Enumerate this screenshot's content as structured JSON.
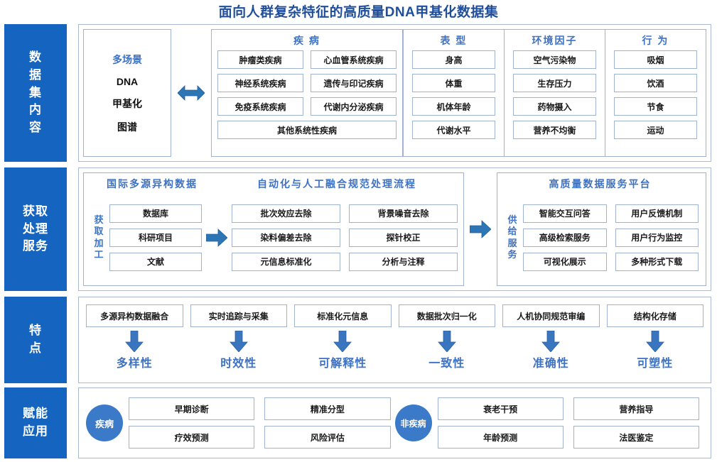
{
  "title": "面向人群复杂特征的高质量DNA甲基化数据集",
  "colors": {
    "title": "#1f4e9c",
    "sidebar_bg": "#1565c0",
    "accent_blue": "#3d72c4",
    "arrow_blue": "#2e75b6",
    "bubble_blue": "#3a7ac8",
    "box_border": "#9fb2d0"
  },
  "sidebar": {
    "items": [
      {
        "name": "dataset-content",
        "chars": [
          "数",
          "据",
          "集",
          "内",
          "容"
        ]
      },
      {
        "name": "acquire-process-service",
        "chars": [
          "获取",
          "处理",
          "服务"
        ]
      },
      {
        "name": "characteristics",
        "chars": [
          "特",
          "点"
        ]
      },
      {
        "name": "empower-application",
        "chars": [
          "赋能",
          "应用"
        ]
      }
    ]
  },
  "row1": {
    "scene": {
      "header": "多场景",
      "lines": [
        "DNA",
        "甲基化",
        "图谱"
      ]
    },
    "arrow_icon": "double-arrow-icon",
    "groups": [
      {
        "title": "疾 病",
        "pairs": [
          [
            "肿瘤类疾病",
            "心血管系统疾病"
          ],
          [
            "神经系统疾病",
            "遗传与印记疾病"
          ],
          [
            "免疫系统疾病",
            "代谢内分泌疾病"
          ]
        ],
        "full": "其他系统性疾病"
      },
      {
        "title": "表 型",
        "items": [
          "身高",
          "体重",
          "机体年龄",
          "代谢水平"
        ]
      },
      {
        "title": "环境因子",
        "items": [
          "空气污染物",
          "生存压力",
          "药物摄入",
          "营养不均衡"
        ]
      },
      {
        "title": "行 为",
        "items": [
          "吸烟",
          "饮酒",
          "节食",
          "运动"
        ]
      }
    ]
  },
  "row2": {
    "left": {
      "head_source": "国际多源异构数据",
      "head_process": "自动化与人工融合规范处理流程",
      "vertical_label": [
        "获",
        "取",
        "加",
        "工"
      ],
      "sources": [
        "数据库",
        "科研项目",
        "文献"
      ],
      "arrow_icon": "right-arrow-icon",
      "process": [
        "批次效应去除",
        "背景噪音去除",
        "染料偏差去除",
        "探针校正",
        "元信息标准化",
        "分析与注释"
      ]
    },
    "mid_arrow_icon": "right-arrow-icon",
    "right": {
      "title": "高质量数据服务平台",
      "vertical_label": [
        "供",
        "给",
        "服",
        "务"
      ],
      "services": [
        "智能交互问答",
        "用户反馈机制",
        "高级检索服务",
        "用户行为监控",
        "可视化展示",
        "多种形式下载"
      ]
    }
  },
  "row3": {
    "arrow_icon": "down-arrow-icon",
    "cells": [
      {
        "box": "多源异构数据融合",
        "feature": "多样性"
      },
      {
        "box": "实时追踪与采集",
        "feature": "时效性"
      },
      {
        "box": "标准化元信息",
        "feature": "可解释性"
      },
      {
        "box": "数据批次归一化",
        "feature": "一致性"
      },
      {
        "box": "人机协同规范审编",
        "feature": "准确性"
      },
      {
        "box": "结构化存储",
        "feature": "可塑性"
      }
    ]
  },
  "row4": {
    "groups": [
      {
        "bubble": "疾病",
        "items": [
          "早期诊断",
          "精准分型",
          "疗效预测",
          "风险评估"
        ]
      },
      {
        "bubble": "非疾病",
        "items": [
          "衰老干预",
          "营养指导",
          "年龄预测",
          "法医鉴定"
        ]
      }
    ]
  }
}
